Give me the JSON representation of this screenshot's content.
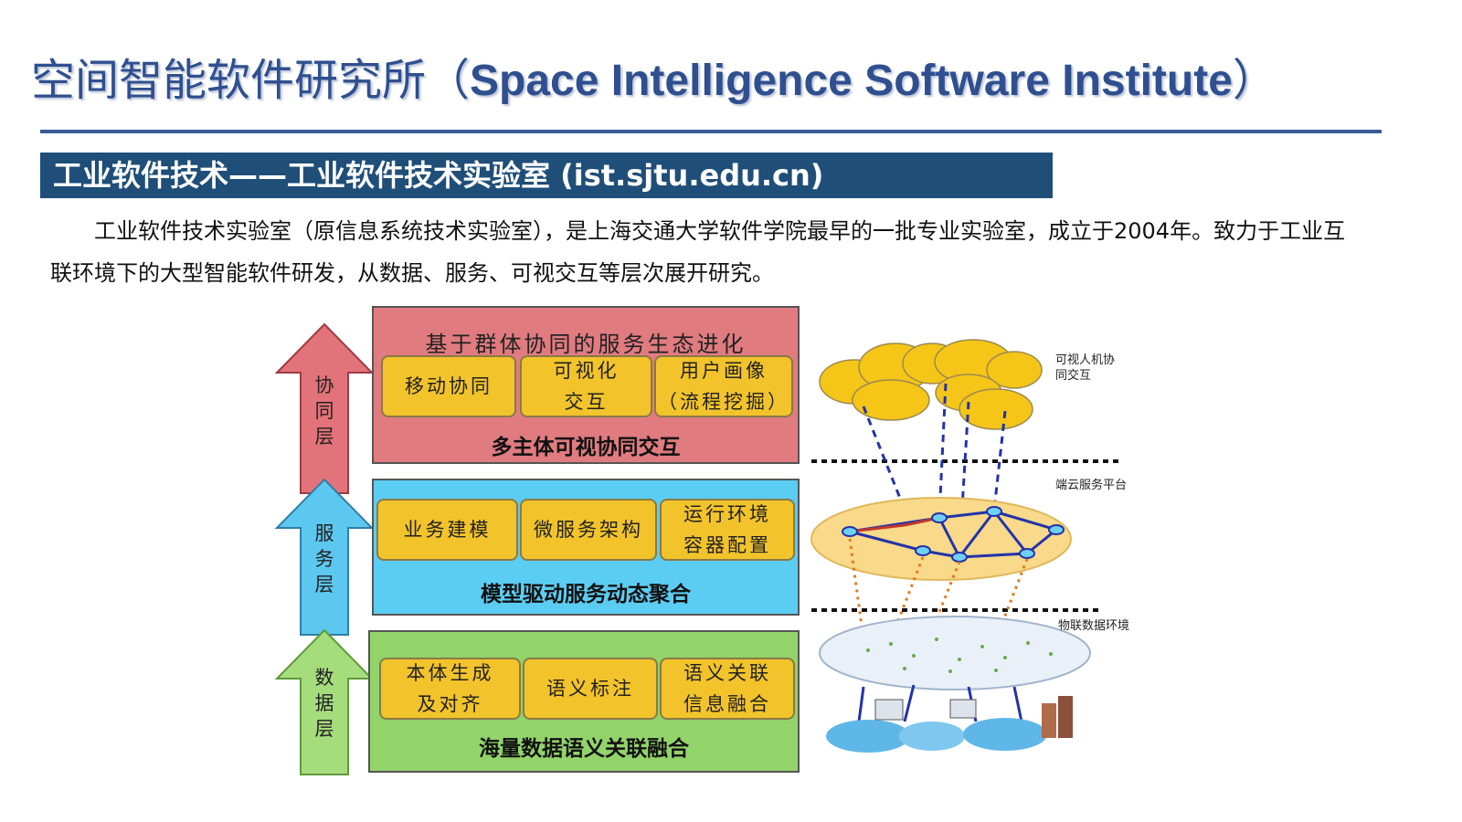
{
  "title": {
    "cn": "空间智能软件研究所（",
    "en": "Space Intelligence Software Institute",
    "close": "）"
  },
  "banner": "工业软件技术——工业软件技术实验室 (ist.sjtu.edu.cn)",
  "intro": "工业软件技术实验室（原信息系统技术实验室），是上海交通大学软件学院最早的一批专业实验室，成立于2004年。致力于工业互联环境下的大型智能软件研发，从数据、服务、可视交互等层次展开研究。",
  "arrows": [
    {
      "label": "协\n同\n层",
      "color": "#e3737a"
    },
    {
      "label": "服\n务\n层",
      "color": "#5cc7ef"
    },
    {
      "label": "数\n据\n层",
      "color": "#a5dc7c"
    }
  ],
  "layers": [
    {
      "title": "基于群体协同的服务生态进化",
      "footer": "多主体可视协同交互",
      "color": "#e07b7f",
      "chips": [
        "移动协同",
        "可视化\n交互",
        "用户画像\n（流程挖掘）"
      ]
    },
    {
      "title": "",
      "footer": "模型驱动服务动态聚合",
      "color": "#5ccdf2",
      "chips": [
        "业务建模",
        "微服务架构",
        "运行环境\n容器配置"
      ]
    },
    {
      "title": "",
      "footer": "海量数据语义关联融合",
      "color": "#92d36a",
      "chips": [
        "本体生成\n及对齐",
        "语义标注",
        "语义关联\n信息融合"
      ]
    }
  ],
  "network": {
    "top_label": "可视人机协\n同交互",
    "mid_label": "端云服务平台",
    "bottom_label": "物联数据环境"
  },
  "colors": {
    "title": "#2f4f8f",
    "banner": "#1f4e79",
    "chip": "#f2c32b"
  }
}
